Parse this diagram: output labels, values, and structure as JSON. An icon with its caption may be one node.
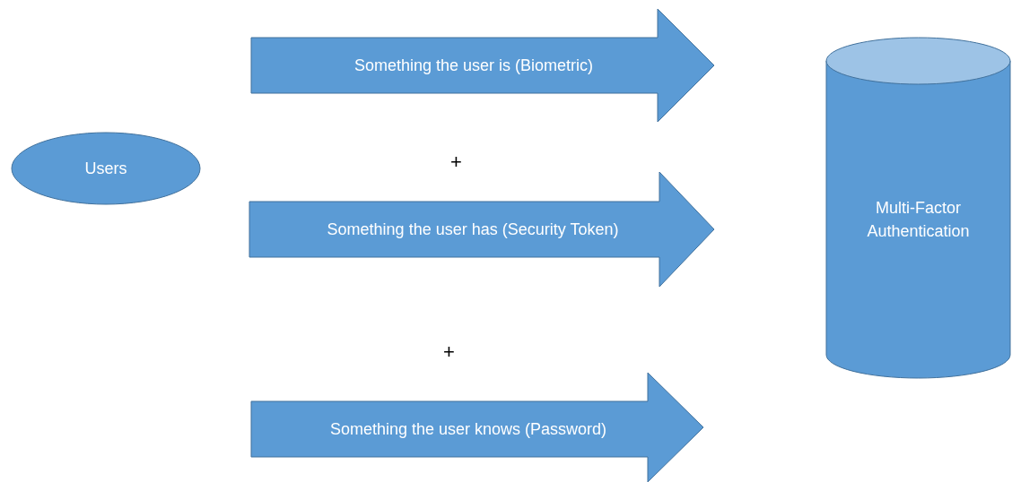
{
  "diagram": {
    "nodes": [
      {
        "text": [
          "Users"
        ]
      },
      {
        "text": [
          "Something the user is (Biometric)"
        ]
      },
      {
        "text": [
          "Something the user has (Security Token)"
        ]
      },
      {
        "text": [
          "Something the user knows (Password)"
        ]
      },
      {
        "text": [
          "Multi-Factor Authentication"
        ]
      }
    ],
    "labels": [
      "+",
      "+"
    ]
  }
}
